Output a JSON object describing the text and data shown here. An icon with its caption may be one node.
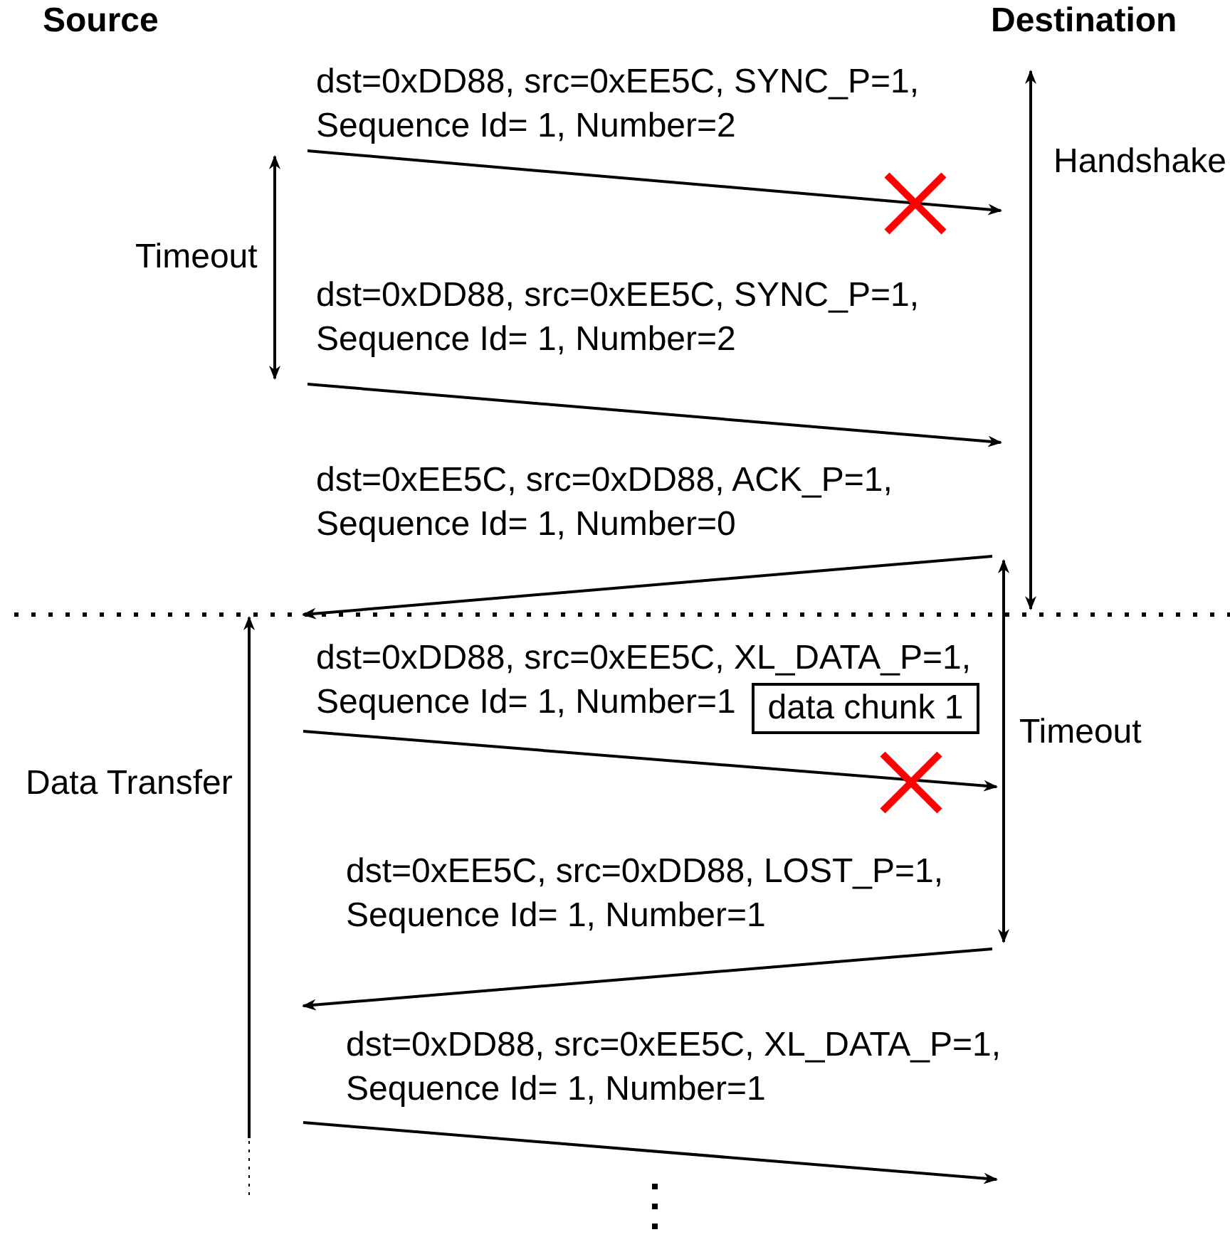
{
  "diagram": {
    "nodes": [
      {
        "text": [
          "data chunk 1"
        ]
      }
    ],
    "edges": [],
    "labels": [
      "Source",
      "Destination",
      "dst=0xDD88, src=0xEE5C, SYNC_P=1, Sequence Id= 1, Number=2",
      "Handshake",
      "Timeout",
      "dst=0xDD88, src=0xEE5C, SYNC_P=1, Sequence Id= 1, Number=2",
      "dst=0xEE5C, src=0xDD88, ACK_P=1, Sequence Id= 1, Number=0",
      "dst=0xDD88, src=0xEE5C, XL_DATA_P=1, Sequence Id= 1, Number=1",
      "Timeout",
      "Data Transfer",
      "dst=0xEE5C, src=0xDD88, LOST_P=1, Sequence Id= 1, Number=1",
      "dst=0xDD88, src=0xEE5C, XL_DATA_P=1, Sequence Id= 1, Number=1"
    ]
  }
}
